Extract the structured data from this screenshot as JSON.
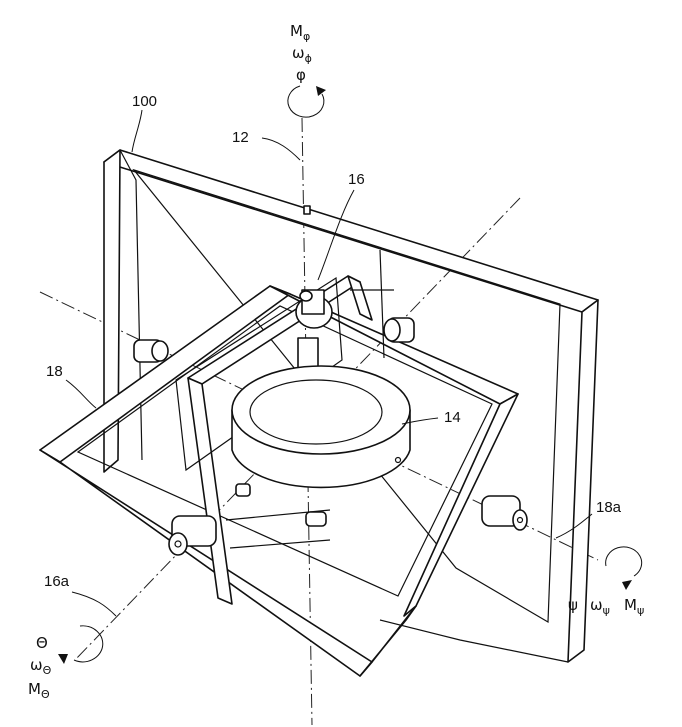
{
  "labels": {
    "frame_outer": "100",
    "axis_vertical": "12",
    "shaft": "16",
    "rotor": "14",
    "frame_middle": "18",
    "axis_right": "18a",
    "axis_left": "16a"
  },
  "symbols": {
    "top": {
      "moment": "M",
      "moment_sub": "φ",
      "rate": "ω",
      "rate_sub": "ϕ",
      "angle": "φ"
    },
    "right": {
      "angle": "ψ",
      "rate": "ω",
      "rate_sub": "ψ",
      "moment": "M",
      "moment_sub": "ψ"
    },
    "left": {
      "angle": "Θ",
      "rate": "ω",
      "rate_sub": "Θ",
      "moment": "M",
      "moment_sub": "Θ"
    }
  }
}
